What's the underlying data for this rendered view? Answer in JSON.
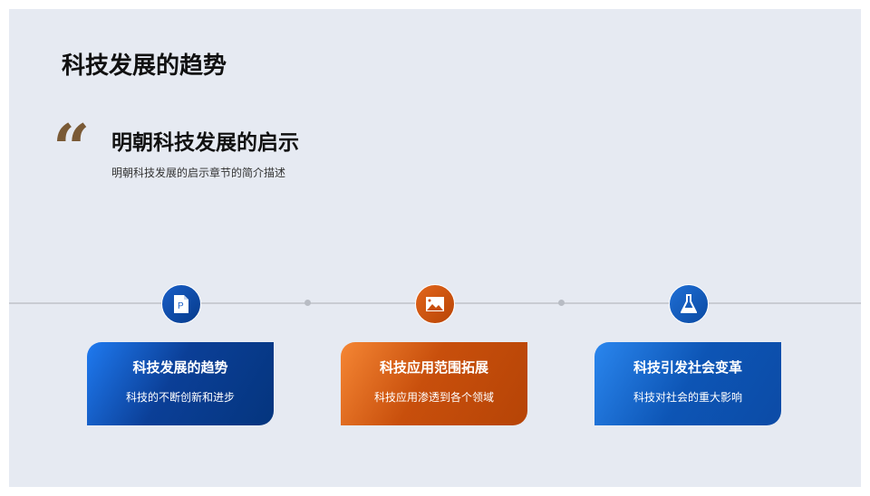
{
  "title": "科技发展的趋势",
  "quote": {
    "mark": "“",
    "heading": "明朝科技发展的启示",
    "description": "明朝科技发展的启示章节的简介描述"
  },
  "cards": [
    {
      "icon": "powerpoint-file-icon",
      "title": "科技发展的趋势",
      "text": "科技的不断创新和进步",
      "color": "#0b3f97"
    },
    {
      "icon": "image-icon",
      "title": "科技应用范围拓展",
      "text": "科技应用渗透到各个领域",
      "color": "#c84f0c"
    },
    {
      "icon": "flask-icon",
      "title": "科技引发社会变革",
      "text": "科技对社会的重大影响",
      "color": "#0d55b5"
    }
  ]
}
